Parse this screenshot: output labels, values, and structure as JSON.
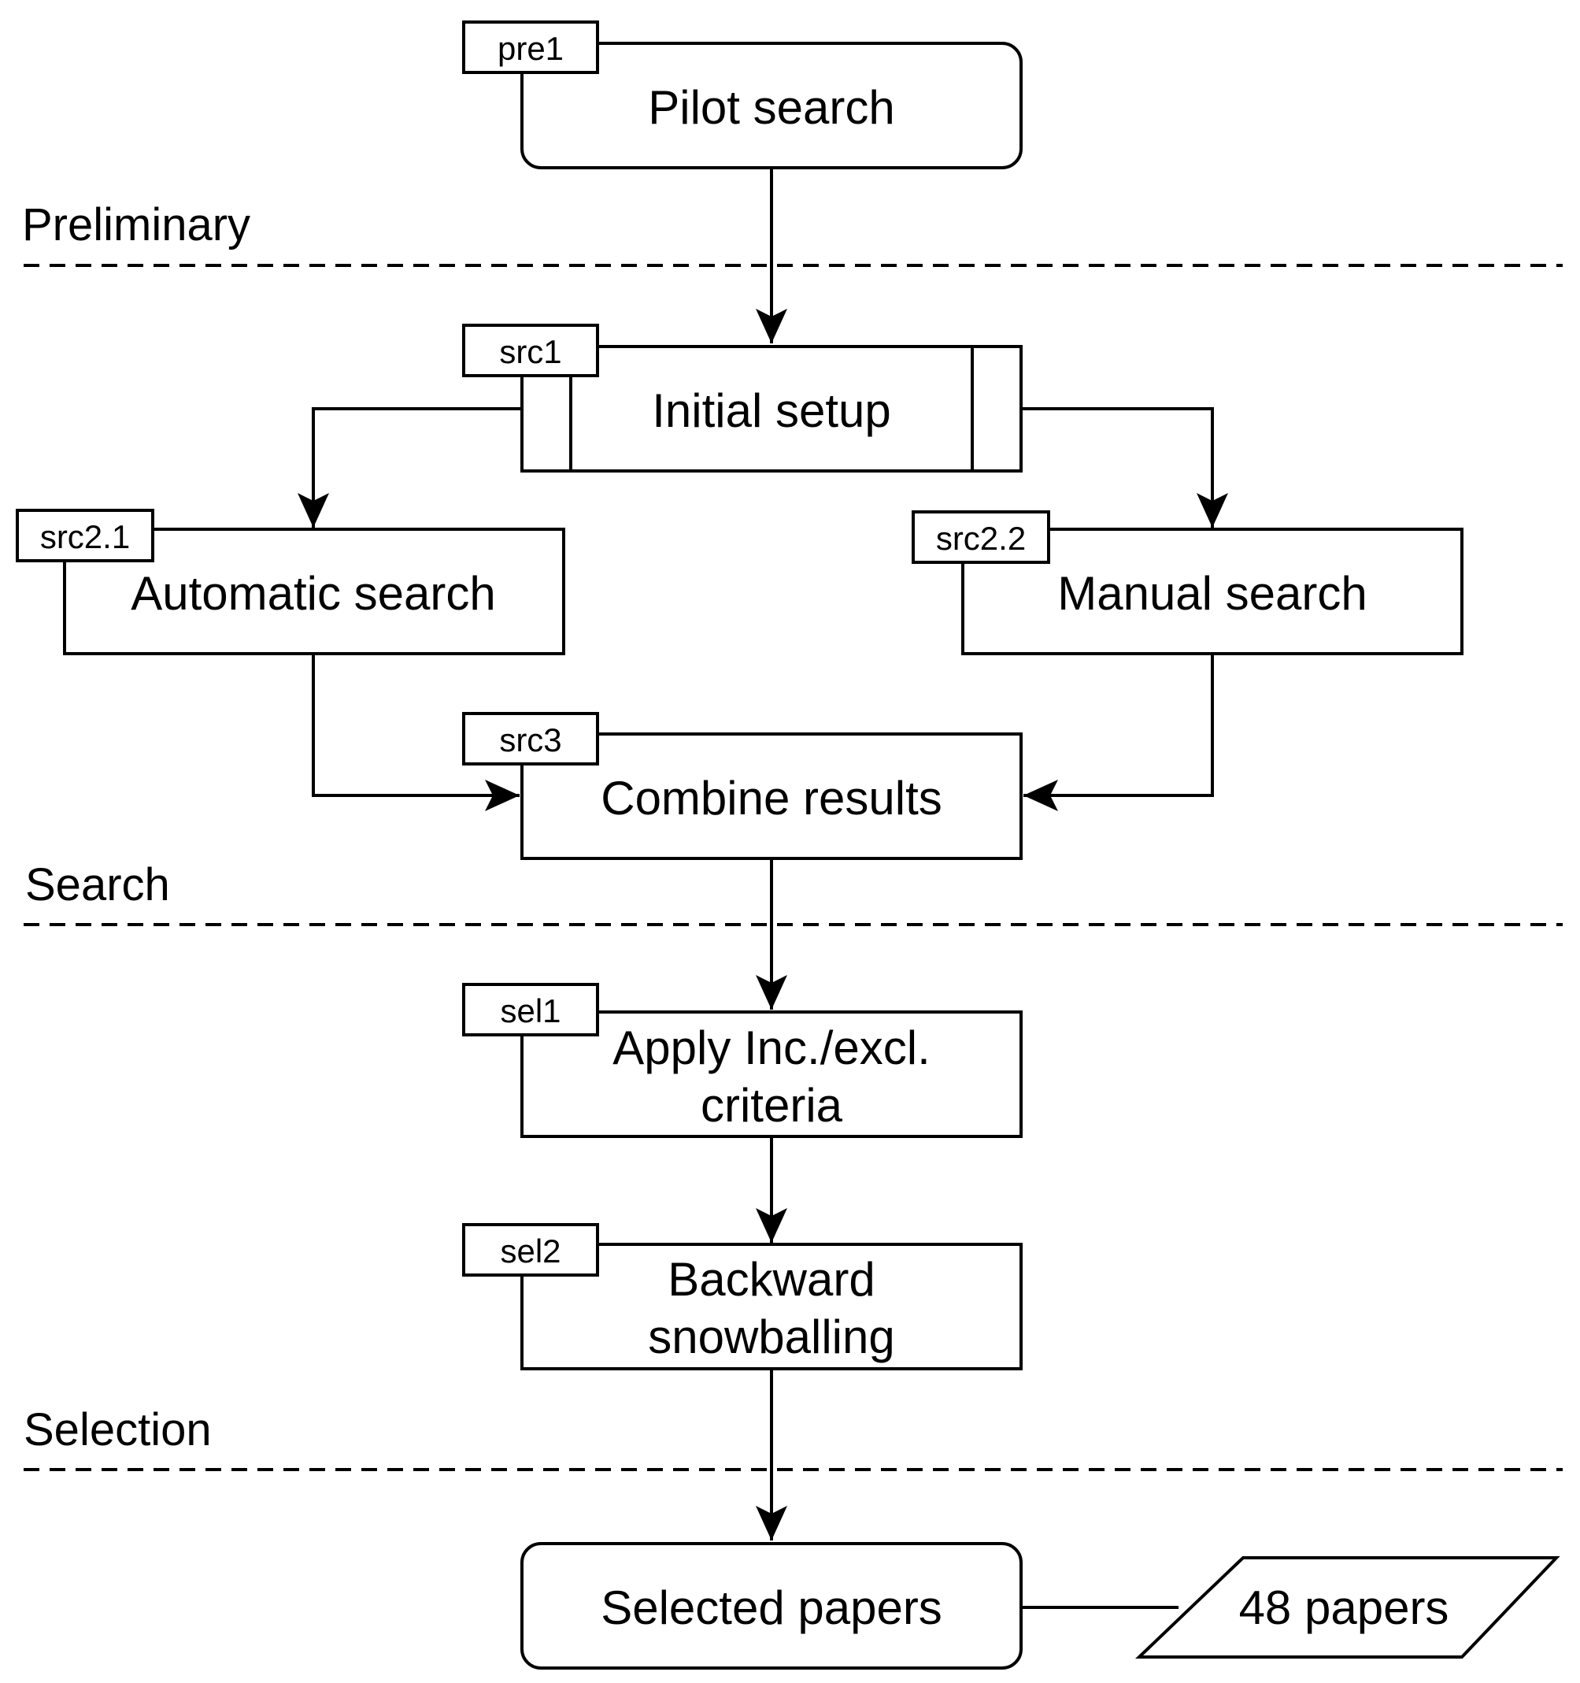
{
  "phases": {
    "preliminary": "Preliminary",
    "search": "Search",
    "selection": "Selection"
  },
  "steps": {
    "pre1": {
      "tag": "pre1",
      "label": "Pilot search"
    },
    "src1": {
      "tag": "src1",
      "label": "Initial setup"
    },
    "src2_1": {
      "tag": "src2.1",
      "label": "Automatic search"
    },
    "src2_2": {
      "tag": "src2.2",
      "label": "Manual search"
    },
    "src3": {
      "tag": "src3",
      "label": "Combine results"
    },
    "sel1": {
      "tag": "sel1",
      "label_line1": "Apply Inc./excl.",
      "label_line2": "criteria"
    },
    "sel2": {
      "tag": "sel2",
      "label_line1": "Backward",
      "label_line2": "snowballing"
    }
  },
  "result": {
    "label": "Selected papers",
    "count_label": "48 papers"
  }
}
